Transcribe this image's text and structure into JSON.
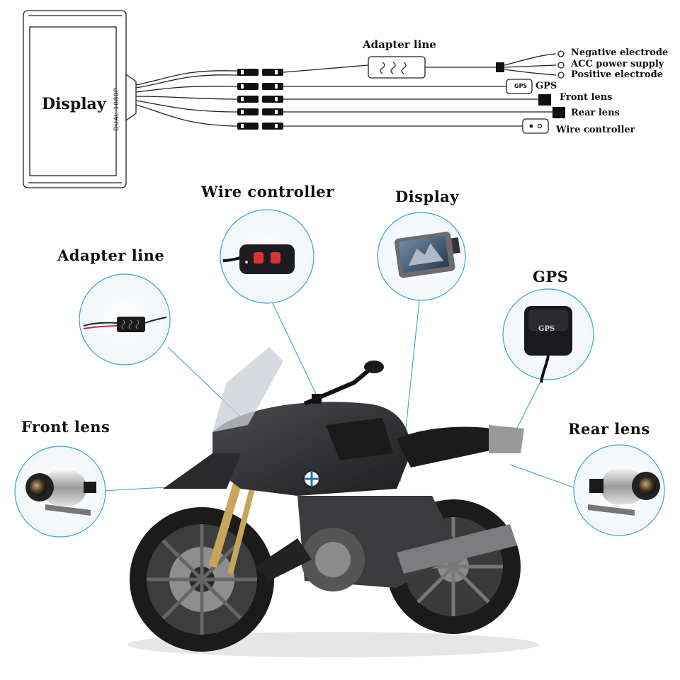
{
  "wiring": {
    "display_label": "Display",
    "display_model": "DUAL 1080P",
    "adapter_line_label": "Adapter line",
    "power_terminals": [
      "Negative electrode",
      "ACC power supply",
      "Positive electrode"
    ],
    "gps_label": "GPS",
    "gps_box_text": "GPS",
    "front_lens_label": "Front lens",
    "rear_lens_label": "Rear lens",
    "wire_controller_label": "Wire controller"
  },
  "callouts": {
    "wire_controller": "Wire controller",
    "display": "Display",
    "adapter_line": "Adapter line",
    "gps": "GPS",
    "front_lens": "Front lens",
    "rear_lens": "Rear lens",
    "gps_puck_text": "GPS"
  },
  "colors": {
    "callout_line": "#3aa0d8",
    "bubble_border": "#3aa0d8",
    "motorcycle_body": "#2b2b2d"
  }
}
